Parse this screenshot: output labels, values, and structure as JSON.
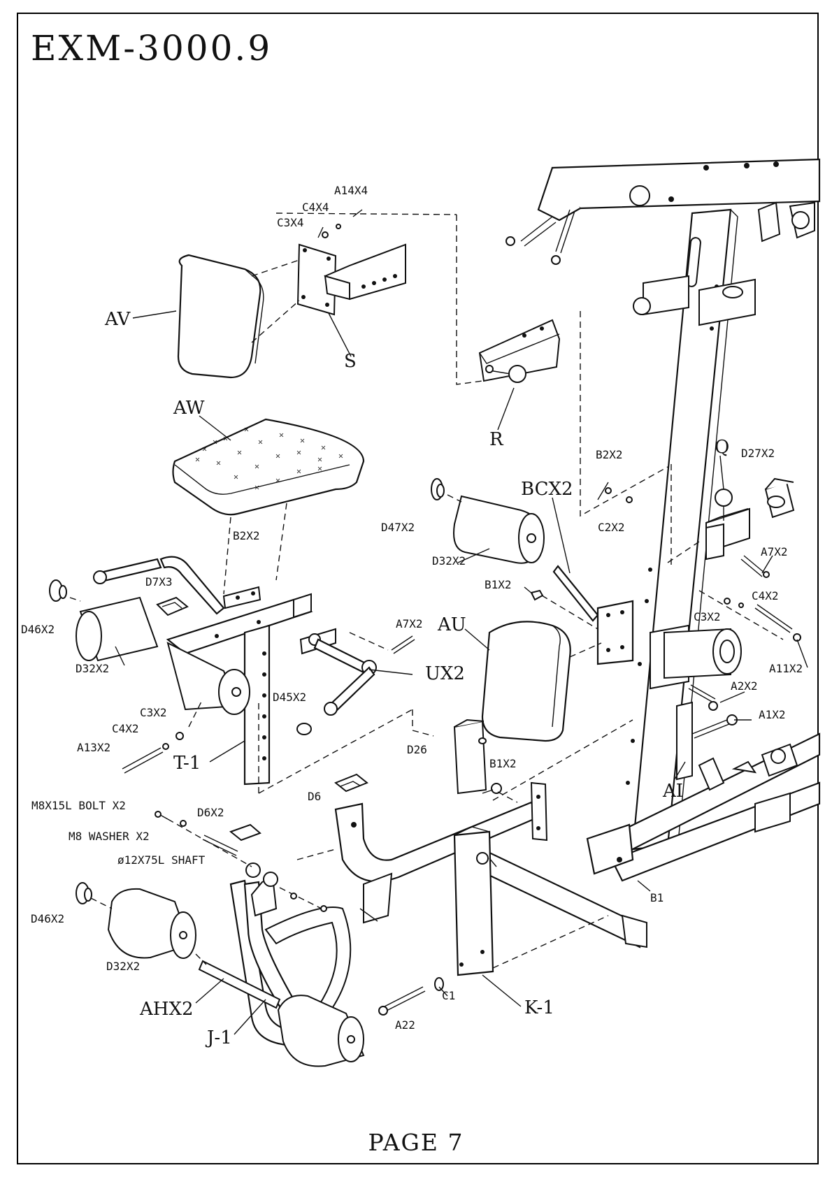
{
  "header": {
    "model": "EXM-3000.9"
  },
  "footer": {
    "page": "PAGE 7"
  },
  "labels": {
    "a14x4": "A14X4",
    "c4x4": "C4X4",
    "c3x4": "C3X4",
    "av": "AV",
    "s": "S",
    "aw": "AW",
    "r": "R",
    "b2x2_top": "B2X2",
    "q": "Q",
    "d27x2": "D27X2",
    "bcx2": "BCX2",
    "d47x2": "D47X2",
    "c2x2": "C2X2",
    "a7x2_right": "A7X2",
    "b2x2_mid": "B2X2",
    "d7x3": "D7X3",
    "d32x2_mid": "D32X2",
    "b1x2_top": "B1X2",
    "c4x2_right": "C4X2",
    "c3x2_right": "C3X2",
    "d46x2_top": "D46X2",
    "au": "AU",
    "a7x2_mid": "A7X2",
    "a11x2": "A11X2",
    "d32x2_left": "D32X2",
    "ux2": "UX2",
    "a2x2": "A2X2",
    "d45x2": "D45X2",
    "a1x2": "A1X2",
    "c3x2_left": "C3X2",
    "c4x2_left": "C4X2",
    "a13x2": "A13X2",
    "t1": "T-1",
    "d26": "D26",
    "b1x2_low": "B1X2",
    "ai": "AI",
    "d6": "D6",
    "m8_bolt": "M8X15L BOLT X2",
    "d6x2": "D6X2",
    "m8_washer": "M8 WASHER X2",
    "shaft": "ø12X75L SHAFT",
    "b1": "B1",
    "d46x2_low": "D46X2",
    "d32x2_low": "D32X2",
    "c1": "C1",
    "k1": "K-1",
    "ahx2": "AHX2",
    "a22": "A22",
    "j1": "J-1"
  }
}
